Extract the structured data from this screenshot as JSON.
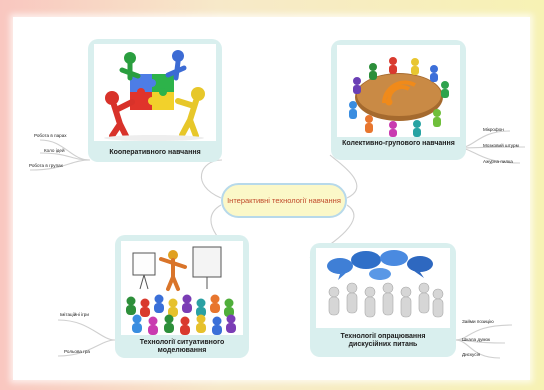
{
  "center": {
    "title": "Інтерактивні технології навчання"
  },
  "branches": [
    {
      "title": "Кооперативного навчання",
      "illustration": "people-assembling-puzzle-icon",
      "items": [
        "Робота в парах",
        "Коло ідей",
        "Робота в групах"
      ]
    },
    {
      "title": "Колективно-групового навчання",
      "illustration": "round-table-meeting-icon",
      "items": [
        "Мікрофон",
        "Мозковий штурм",
        "Ажурна пилка"
      ]
    },
    {
      "title": "Технології ситуативного моделювання",
      "illustration": "teacher-with-audience-icon",
      "items": [
        "Імітаційні ігри",
        "Рольова гра"
      ]
    },
    {
      "title": "Технології опрацювання дискусійних питань",
      "illustration": "speech-bubbles-crowd-icon",
      "items": [
        "Займи позицію",
        "Шкала думок",
        "Дискусія"
      ]
    }
  ],
  "colors": {
    "background_left": "#f9c7c0",
    "background_right": "#f7f2b4",
    "card": "#d9efee",
    "center_fill": "#fbf8c8",
    "center_border": "#b7d9ea",
    "center_text": "#c04a2a",
    "connector": "#cfcfcf"
  }
}
